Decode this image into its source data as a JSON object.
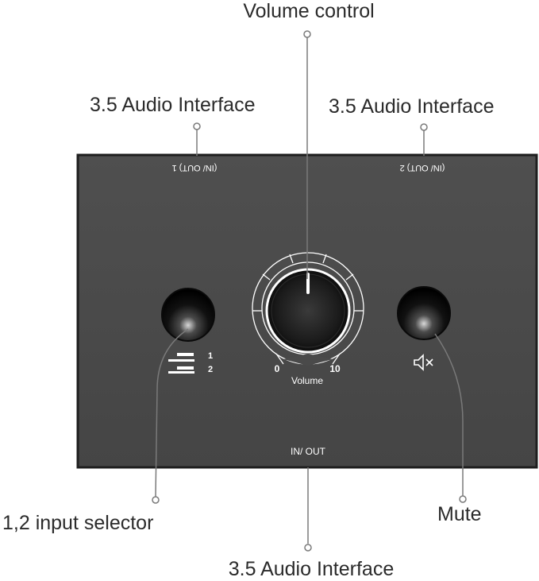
{
  "callouts": {
    "volume_control": "Volume control",
    "audio_interface_left": "3.5 Audio Interface",
    "audio_interface_right": "3.5 Audio Interface",
    "input_selector": "1,2 input selector",
    "mute": "Mute",
    "audio_interface_bottom": "3.5 Audio Interface"
  },
  "panel": {
    "port_1_label": "(IN/ OUT) 1",
    "port_2_label": "(IN/ OUT) 2",
    "bottom_port_label": "IN/ OUT",
    "selector_positions": [
      "1",
      "2"
    ],
    "volume_min": "0",
    "volume_max": "10",
    "volume_label": "Volume",
    "mute_icon": "speaker-muted-icon"
  },
  "colors": {
    "panel": "#4a4a4a",
    "panel_border": "#1e1e1e",
    "panel_text": "#ffffff",
    "callout_text": "#2b2b2b",
    "leader_line": "#7a7a7a"
  }
}
